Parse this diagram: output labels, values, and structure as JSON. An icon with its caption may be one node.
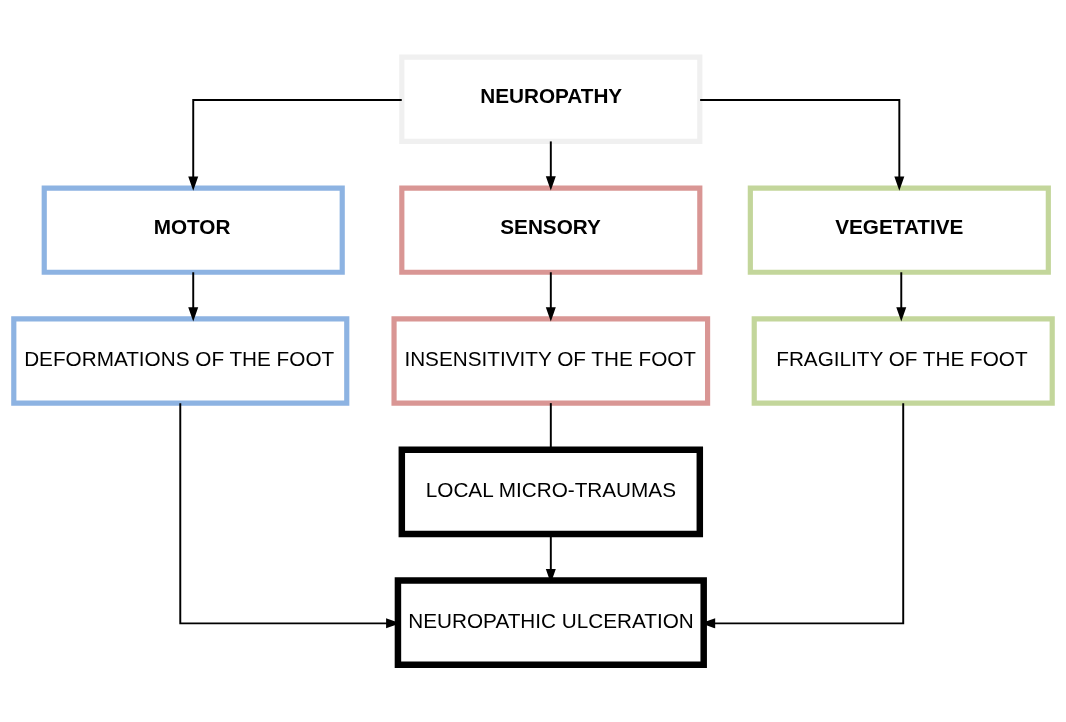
{
  "diagram": {
    "nodes": [
      {
        "text": [
          "NEUROPATHY"
        ]
      },
      {
        "text": [
          "MOTOR"
        ]
      },
      {
        "text": [
          "SENSORY"
        ]
      },
      {
        "text": [
          "VEGETATIVE"
        ]
      },
      {
        "text": [
          "DEFORMATIONS OF THE FOOT"
        ]
      },
      {
        "text": [
          "INSENSITIVITY OF THE FOOT"
        ]
      },
      {
        "text": [
          "FRAGILITY OF THE FOOT"
        ]
      },
      {
        "text": [
          "LOCAL MICRO-TRAUMAS"
        ]
      },
      {
        "text": [
          "NEUROPATHIC ULCERATION"
        ]
      }
    ],
    "edges": [
      {
        "from": 0,
        "to": 1,
        "arrow": "to"
      },
      {
        "from": 0,
        "to": 2,
        "arrow": "to"
      },
      {
        "from": 0,
        "to": 3,
        "arrow": "to"
      },
      {
        "from": 1,
        "to": 4,
        "arrow": "to"
      },
      {
        "from": 2,
        "to": 5,
        "arrow": "to"
      },
      {
        "from": 3,
        "to": 6,
        "arrow": "to"
      },
      {
        "from": 5,
        "to": 7,
        "arrow": "none"
      },
      {
        "from": 7,
        "to": 8,
        "arrow": "to"
      },
      {
        "from": 4,
        "to": 8,
        "arrow": "to"
      },
      {
        "from": 6,
        "to": 8,
        "arrow": "to"
      }
    ]
  }
}
